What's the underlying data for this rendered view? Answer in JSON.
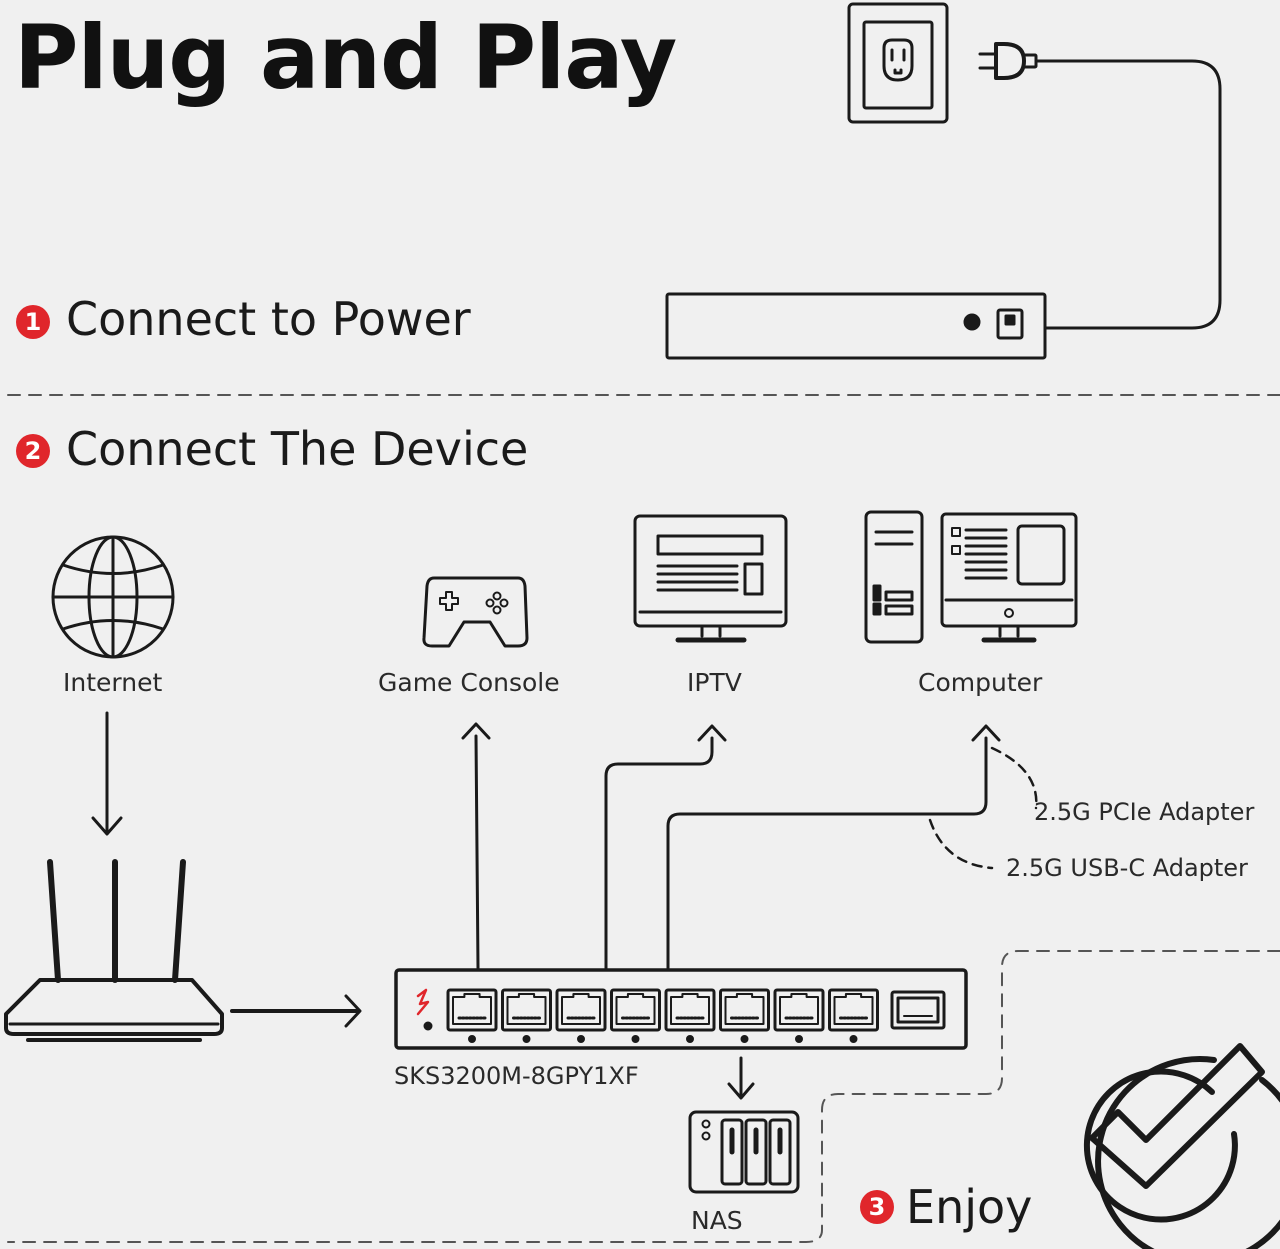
{
  "title": "Plug and Play",
  "steps": [
    {
      "number": "1",
      "label": "Connect to Power"
    },
    {
      "number": "2",
      "label": "Connect The Device"
    },
    {
      "number": "3",
      "label": "Enjoy"
    }
  ],
  "devices": {
    "internet": "Internet",
    "game_console": "Game Console",
    "iptv": "IPTV",
    "computer": "Computer",
    "nas": "NAS"
  },
  "adapters": {
    "pcie": "2.5G PCIe Adapter",
    "usbc": "2.5G USB-C Adapter"
  },
  "switch_model": "SKS3200M-8GPY1XF",
  "switch_rj45_ports": 8,
  "switch_sfp_ports": 1,
  "colors": {
    "background": "#f0f0f0",
    "line": "#1a1a1a",
    "accent": "#e0262b"
  },
  "icons": [
    "power-outlet-icon",
    "power-plug-icon",
    "globe-icon",
    "router-icon",
    "game-console-icon",
    "tv-icon",
    "desktop-computer-icon",
    "nas-icon",
    "checkmark-icon"
  ]
}
